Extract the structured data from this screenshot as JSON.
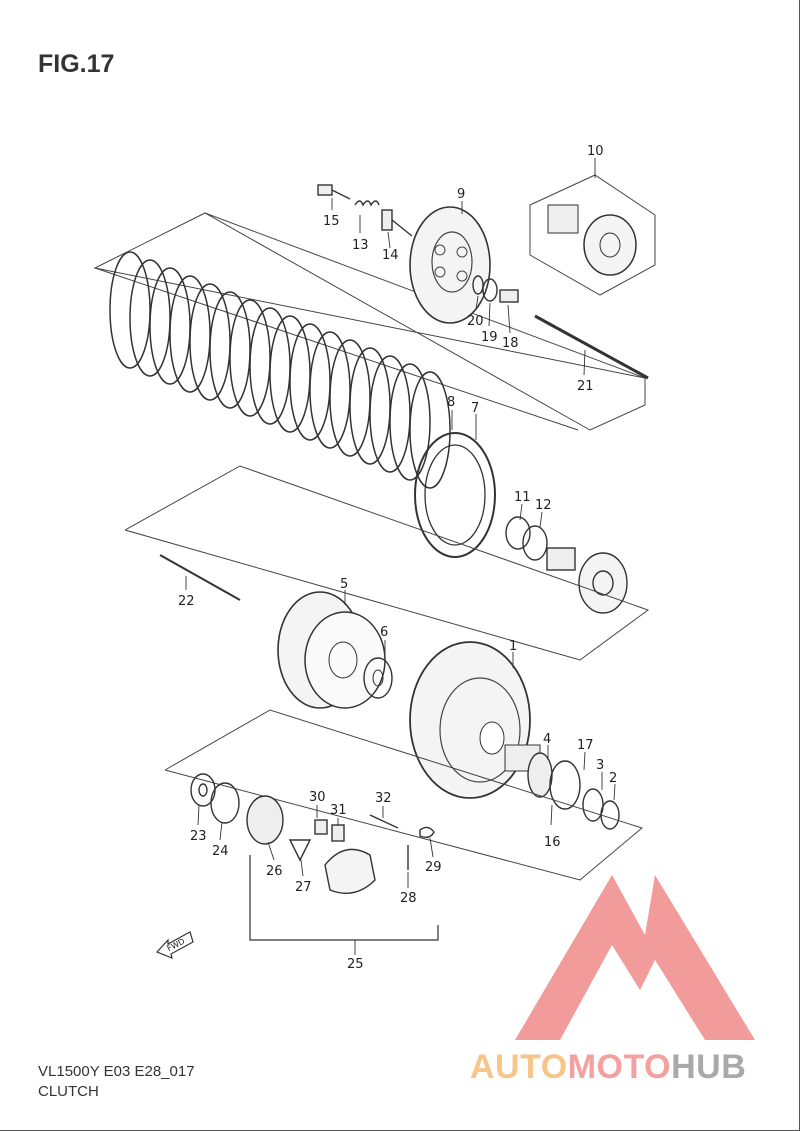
{
  "figure": {
    "title": "FIG.17",
    "model_code": "VL1500Y E03 E28_017",
    "section": "CLUTCH"
  },
  "watermark": {
    "word_part1": "AUTO",
    "word_part2": "MOTO",
    "word_part3": "HUB",
    "color_part1": "#f7c48a",
    "color_part2": "#f5a0a0",
    "color_part3": "#a9a9a9",
    "symbol_color": "#f08a8a"
  },
  "fwd_label": "FWD",
  "callouts": [
    "1",
    "2",
    "3",
    "4",
    "5",
    "6",
    "7",
    "8",
    "9",
    "10",
    "11",
    "12",
    "13",
    "14",
    "15",
    "16",
    "17",
    "18",
    "19",
    "20",
    "21",
    "22",
    "23",
    "24",
    "25",
    "26",
    "27",
    "28",
    "29",
    "30",
    "31",
    "32"
  ]
}
